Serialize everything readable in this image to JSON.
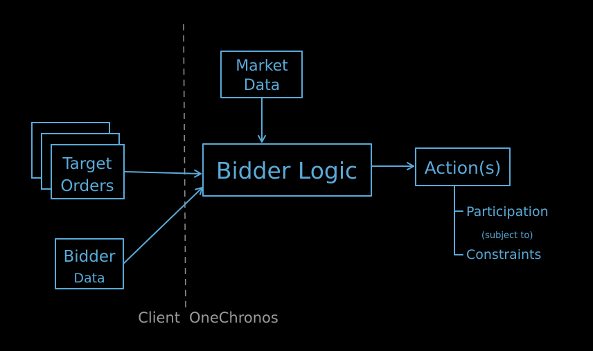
{
  "market_data": {
    "line1": "Market",
    "line2": "Data"
  },
  "target_orders": {
    "line1": "Target",
    "line2": "Orders"
  },
  "bidder_data": {
    "line1": "Bidder",
    "line2": "Data"
  },
  "bidder_logic": {
    "label": "Bidder Logic"
  },
  "actions": {
    "label": "Action(s)",
    "participation": "Participation",
    "subject_to": "(subject to)",
    "constraints": "Constraints"
  },
  "divider": {
    "left_label": "Client",
    "right_label": "OneChronos"
  },
  "colors": {
    "ink": "#5aaad8",
    "divider": "#8c8c8c",
    "background": "#000000"
  }
}
